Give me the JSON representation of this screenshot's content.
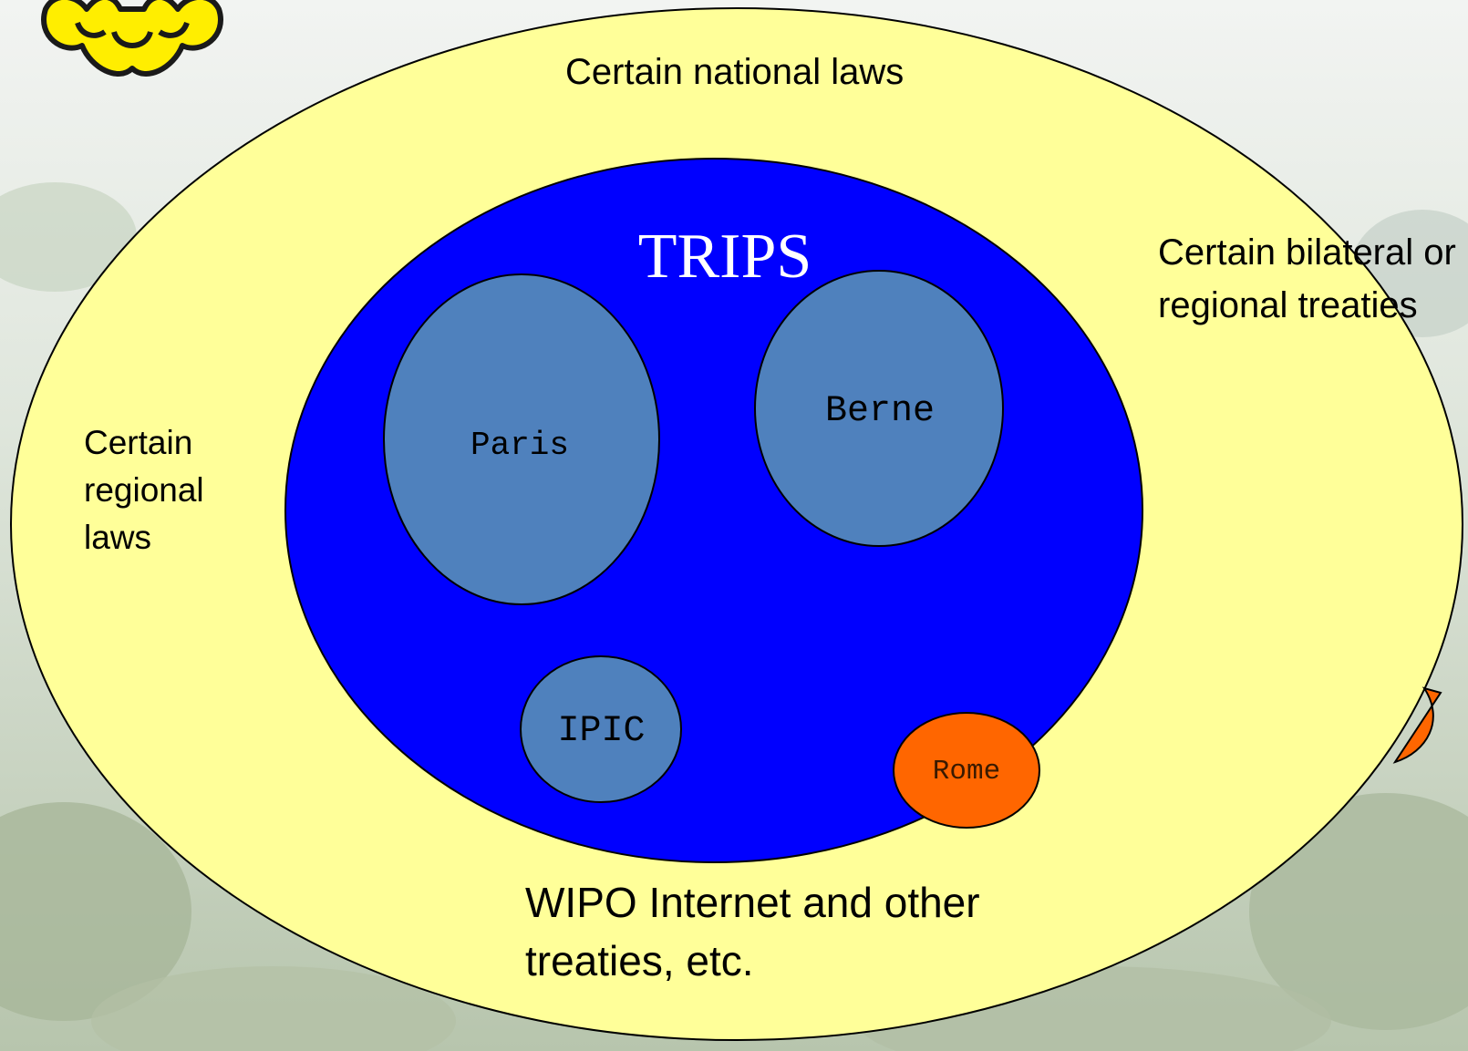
{
  "diagram": {
    "outer_label": "Certain national laws",
    "right_label": "Certain bilateral or regional treaties",
    "left_label": "Certain regional laws",
    "bottom_label": "WIPO Internet and other treaties, etc.",
    "inner_title": "TRIPS",
    "circles": {
      "paris": "Paris",
      "berne": "Berne",
      "ipic": "IPIC",
      "rome": "Rome"
    }
  },
  "colors": {
    "outer_fill": "#ffff99",
    "trips_fill": "#0000ff",
    "treaty_fill": "#4f81bd",
    "rome_fill": "#ff6600",
    "logo_fill": "#ffee00"
  },
  "icons": {
    "logo": "university-logo-icon"
  }
}
